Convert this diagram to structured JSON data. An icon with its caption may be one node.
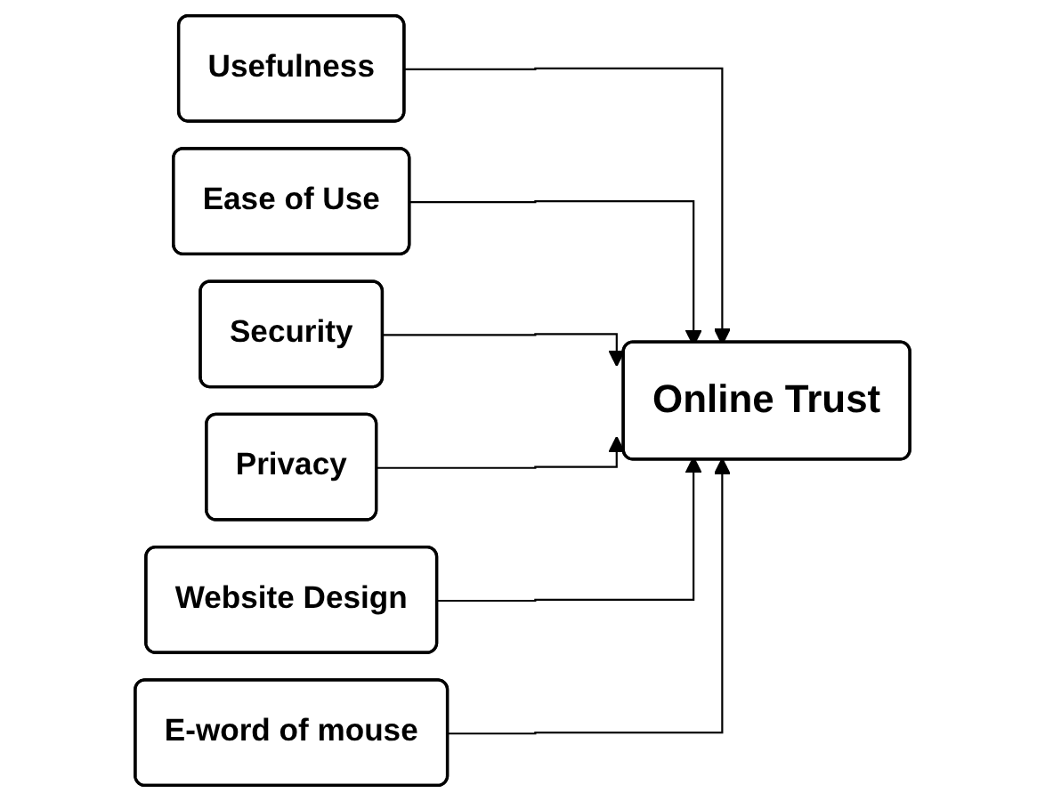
{
  "diagram": {
    "nodes": [
      {
        "text": [
          "Usefulness"
        ]
      },
      {
        "text": [
          "Ease of Use"
        ]
      },
      {
        "text": [
          "Security"
        ]
      },
      {
        "text": [
          "Privacy"
        ]
      },
      {
        "text": [
          "Website Design"
        ]
      },
      {
        "text": [
          "E-word of mouse"
        ]
      },
      {
        "text": [
          "Online Trust"
        ]
      }
    ],
    "edges": [
      {
        "from": 0,
        "to": 6,
        "arrow": "to"
      },
      {
        "from": 1,
        "to": 6,
        "arrow": "to"
      },
      {
        "from": 2,
        "to": 6,
        "arrow": "to"
      },
      {
        "from": 3,
        "to": 6,
        "arrow": "to"
      },
      {
        "from": 4,
        "to": 6,
        "arrow": "to"
      },
      {
        "from": 5,
        "to": 6,
        "arrow": "to"
      }
    ]
  }
}
